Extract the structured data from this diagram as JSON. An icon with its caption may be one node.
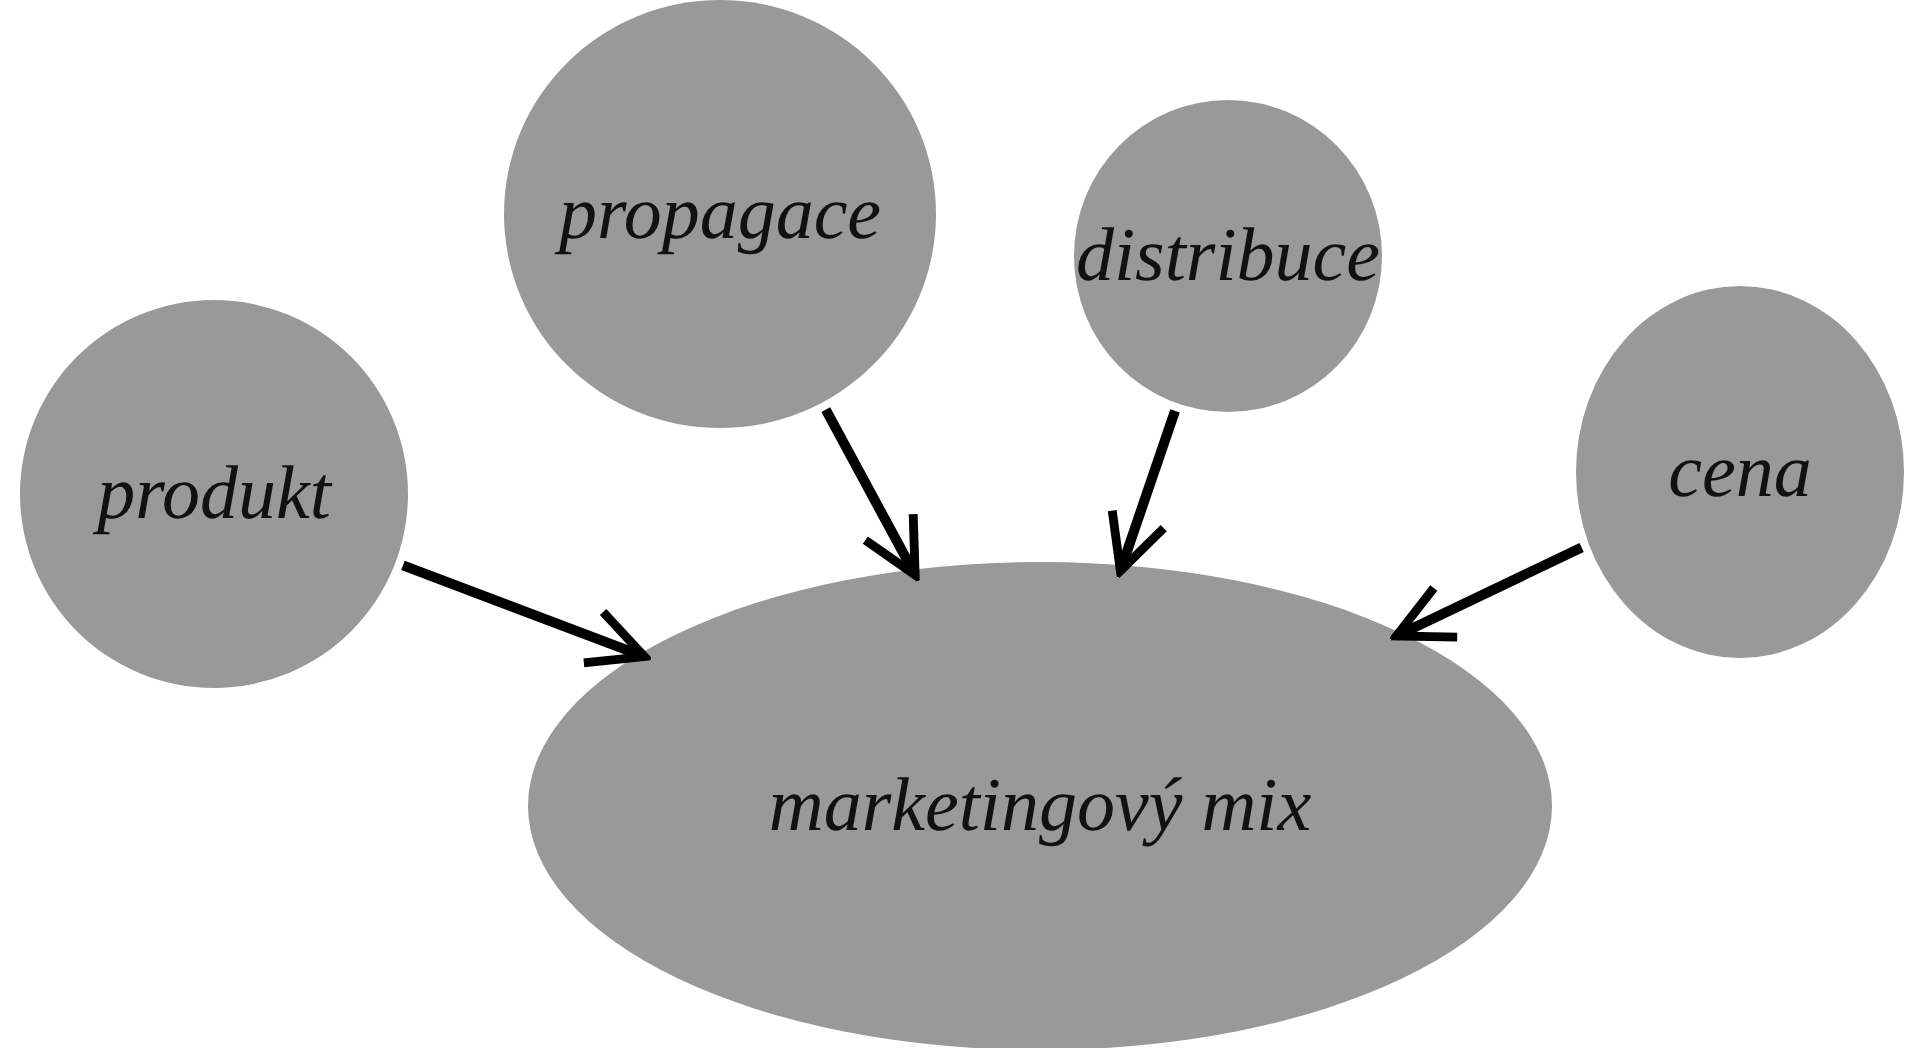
{
  "diagram": {
    "nodes": [
      {
        "text": [
          "produkt"
        ]
      },
      {
        "text": [
          "propagace"
        ]
      },
      {
        "text": [
          "distribuce"
        ]
      },
      {
        "text": [
          "cena"
        ]
      },
      {
        "text": [
          "marketingový mix"
        ]
      }
    ],
    "edges": [
      {
        "from": 0,
        "to": 4,
        "arrow": "to"
      },
      {
        "from": 1,
        "to": 4,
        "arrow": "to"
      },
      {
        "from": 2,
        "to": 4,
        "arrow": "to"
      },
      {
        "from": 3,
        "to": 4,
        "arrow": "to"
      }
    ]
  }
}
